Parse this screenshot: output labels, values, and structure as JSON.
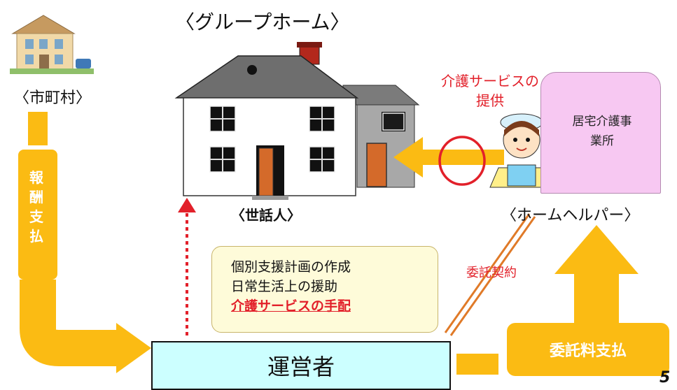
{
  "title": "〈グループホーム〉",
  "city": {
    "label": "〈市町村〉"
  },
  "house": {
    "caregiver_label": "〈世話人〉"
  },
  "helper": {
    "label": "〈ホームヘルパー〉"
  },
  "care_service": {
    "line1": "介護サービスの",
    "line2": "提供"
  },
  "office": {
    "line1": "居宅介護事",
    "line2": "業所"
  },
  "payment": {
    "chars": [
      "報",
      "酬",
      "支",
      "払"
    ]
  },
  "plan": {
    "line1": "個別支援計画の作成",
    "line2": "日常生活上の援助",
    "line3": "介護サービスの手配"
  },
  "contract": {
    "label": "委託契約"
  },
  "operator": {
    "label": "運営者"
  },
  "fee": {
    "label": "委託料支払"
  },
  "page_number": "5",
  "colors": {
    "arrow": "#fbbb13",
    "red": "#e2202a",
    "operator_fill": "#ccffff",
    "office_fill": "#f7c8f2",
    "plan_fill": "#fefbd9"
  }
}
